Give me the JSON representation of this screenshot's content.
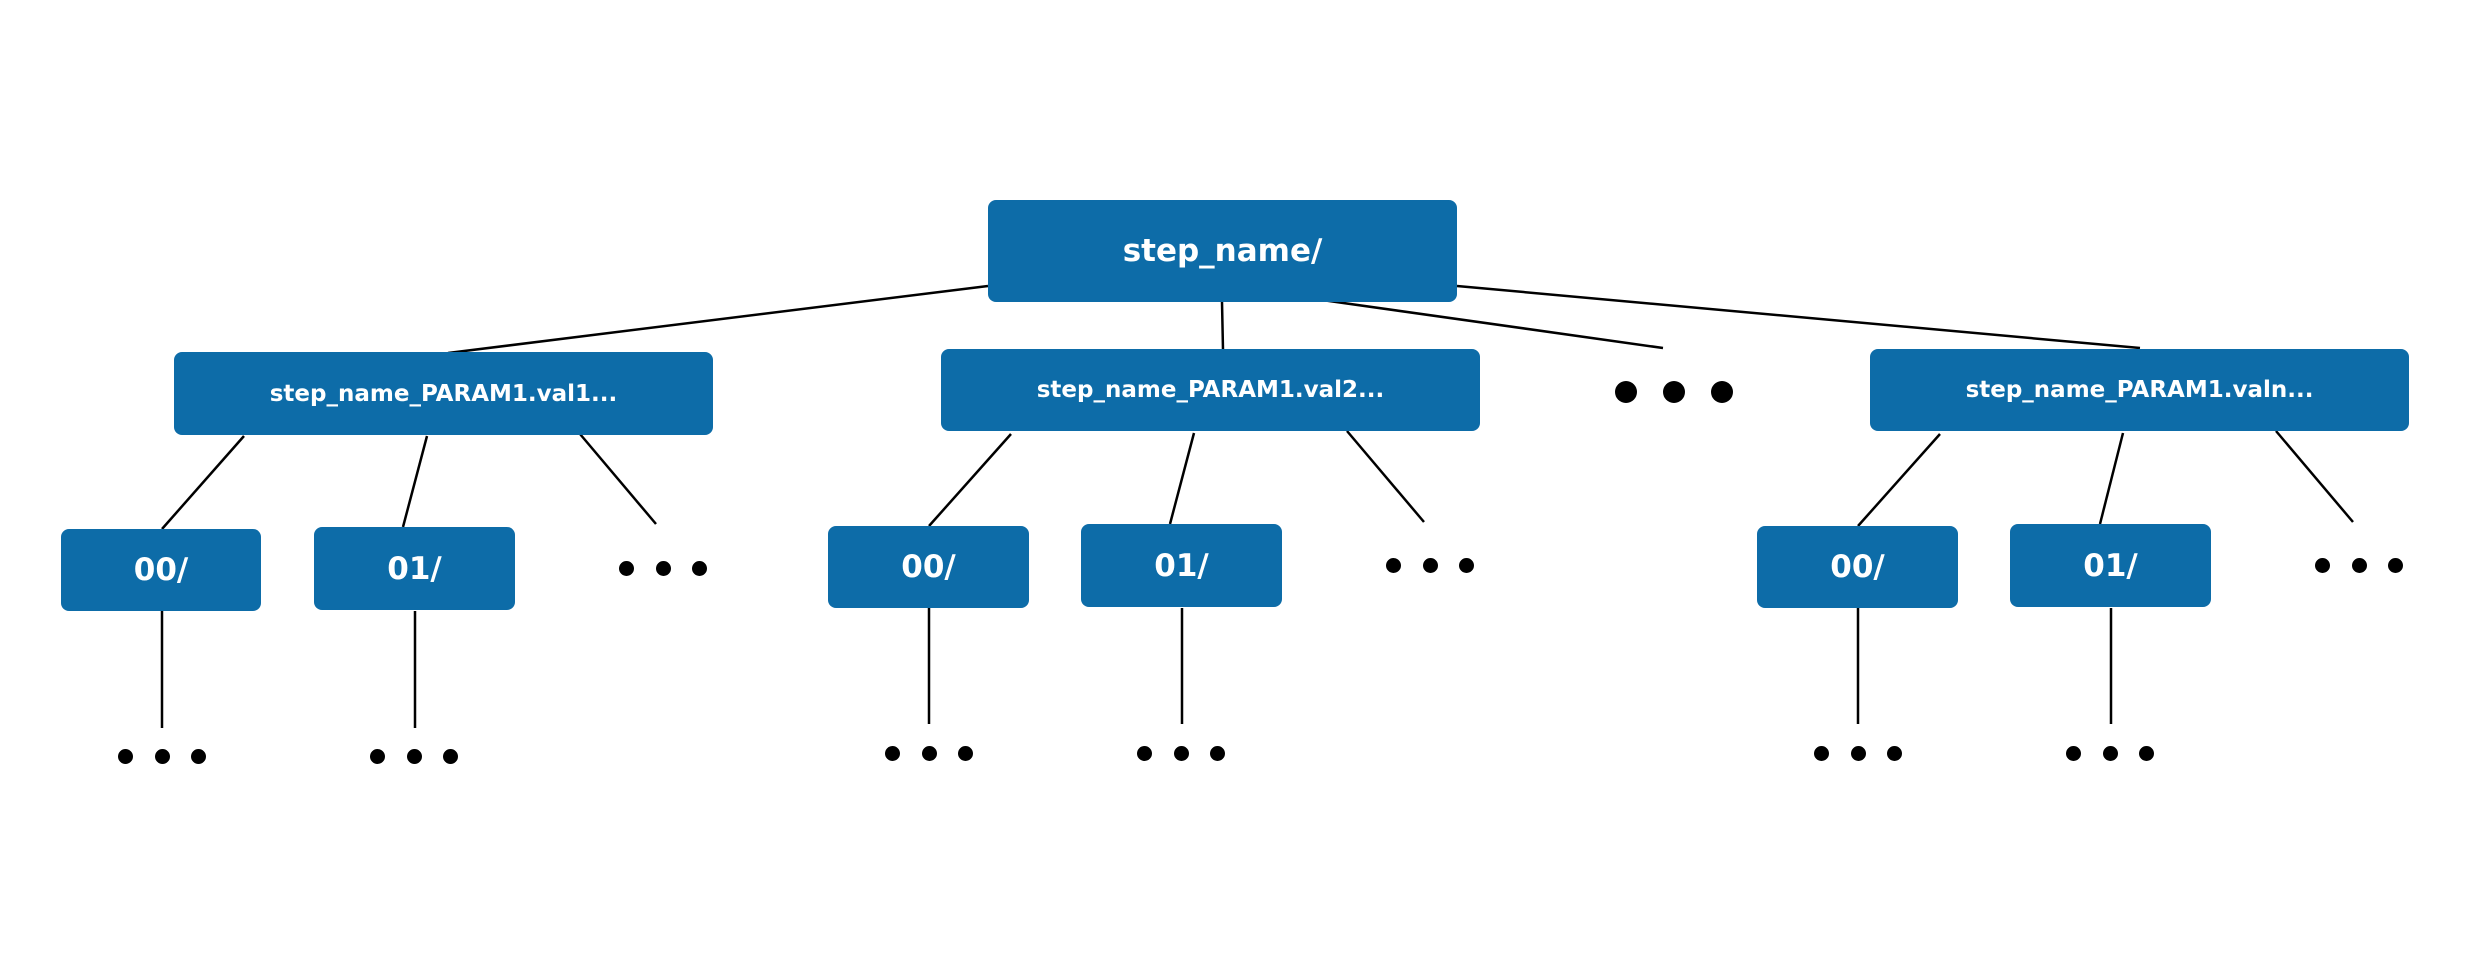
{
  "root": {
    "label": "step_name/"
  },
  "params": [
    {
      "label": "step_name_PARAM1.val1..."
    },
    {
      "label": "step_name_PARAM1.val2..."
    },
    {
      "label": "step_name_PARAM1.valn..."
    }
  ],
  "dirs": [
    {
      "label": "00/"
    },
    {
      "label": "01/"
    }
  ],
  "colors": {
    "node_fill": "#0d6ca8",
    "node_text": "#ffffff",
    "edge": "#000000"
  }
}
